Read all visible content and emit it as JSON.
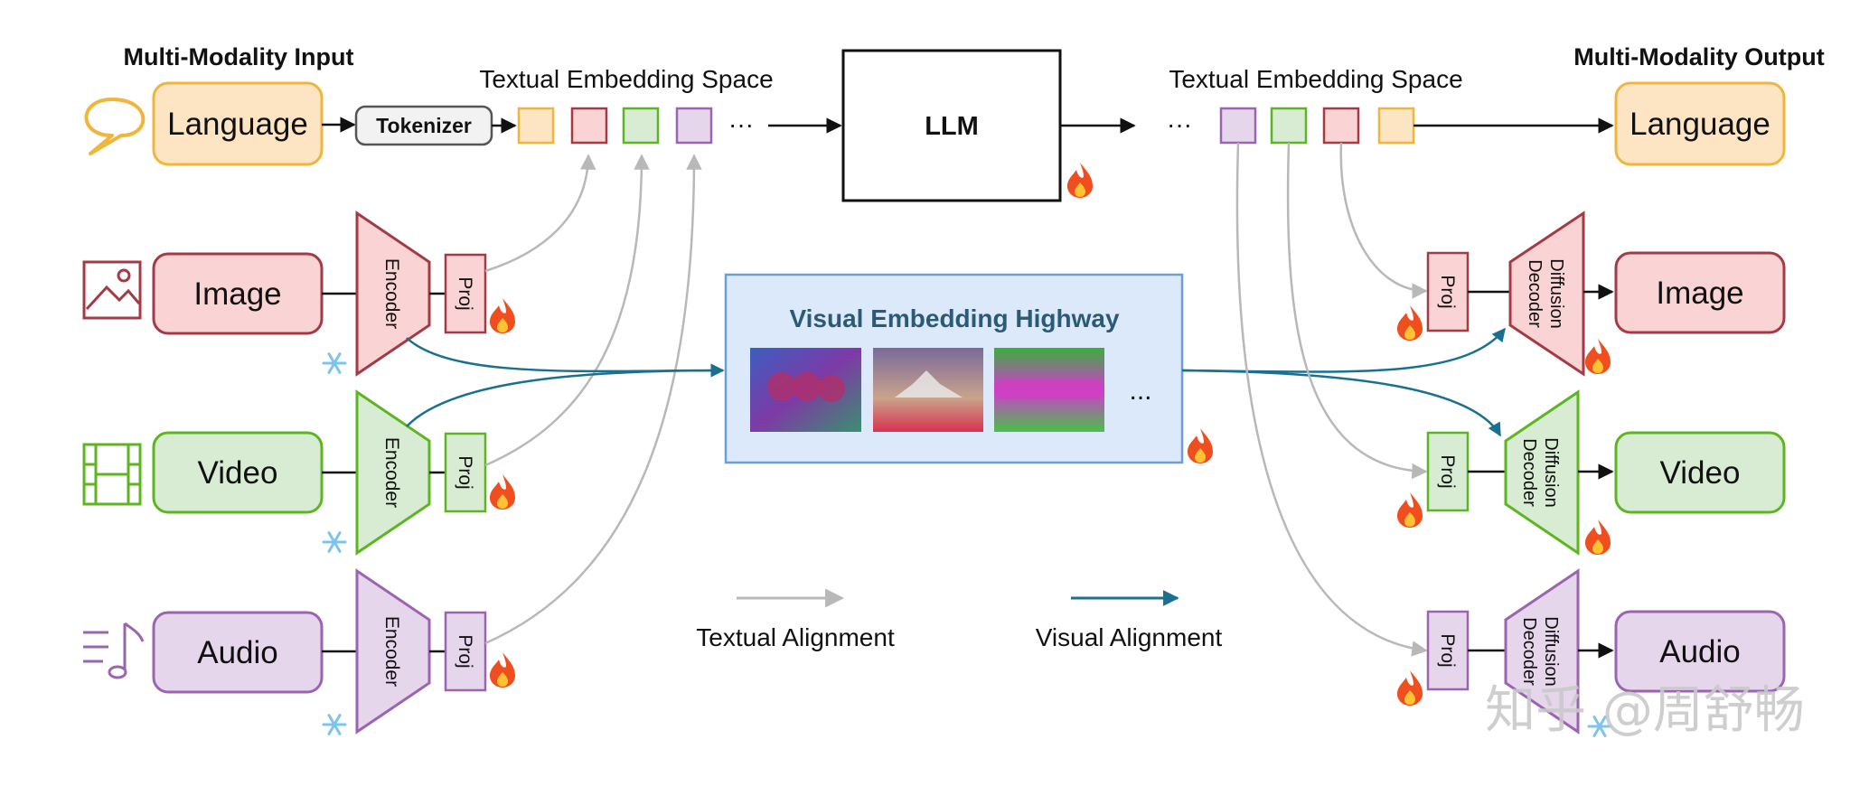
{
  "input_header": "Multi-Modality Input",
  "output_header": "Multi-Modality Output",
  "textual_space_left": "Textual Embedding Space",
  "textual_space_right": "Textual Embedding Space",
  "tokenizer": "Tokenizer",
  "llm": "LLM",
  "ellipsis": "···",
  "highway_title": "Visual Embedding Highway",
  "highway_ellipsis": "...",
  "inputs": [
    {
      "label": "Language",
      "icon": "speech-bubble-icon",
      "fill": "#fde5c4",
      "stroke": "#f0b63c"
    },
    {
      "label": "Image",
      "icon": "image-icon",
      "fill": "#fad4d4",
      "stroke": "#a33a45"
    },
    {
      "label": "Video",
      "icon": "film-icon",
      "fill": "#d8ecd4",
      "stroke": "#5db521"
    },
    {
      "label": "Audio",
      "icon": "music-icon",
      "fill": "#e6d6ec",
      "stroke": "#9b64b0"
    }
  ],
  "outputs": [
    {
      "label": "Language"
    },
    {
      "label": "Image"
    },
    {
      "label": "Video"
    },
    {
      "label": "Audio"
    }
  ],
  "encoder": "Encoder",
  "proj": "Proj",
  "decoder_line1": "Diffusion",
  "decoder_line2": "Decoder",
  "legend": {
    "textual": "Textual Alignment",
    "visual": "Visual Alignment",
    "textual_color": "#b8b8b8",
    "visual_color": "#1a7090"
  },
  "colors": {
    "language_fill": "#fde5c4",
    "language_stroke": "#f0b63c",
    "image_fill": "#fad4d4",
    "image_stroke": "#a33a45",
    "video_fill": "#d8ecd4",
    "video_stroke": "#5db521",
    "audio_fill": "#e6d6ec",
    "audio_stroke": "#9b64b0",
    "highway_fill": "#dce9fa",
    "highway_stroke": "#6f9fd0",
    "highway_title": "#2b5a77"
  },
  "watermark": "知乎 @周舒畅"
}
